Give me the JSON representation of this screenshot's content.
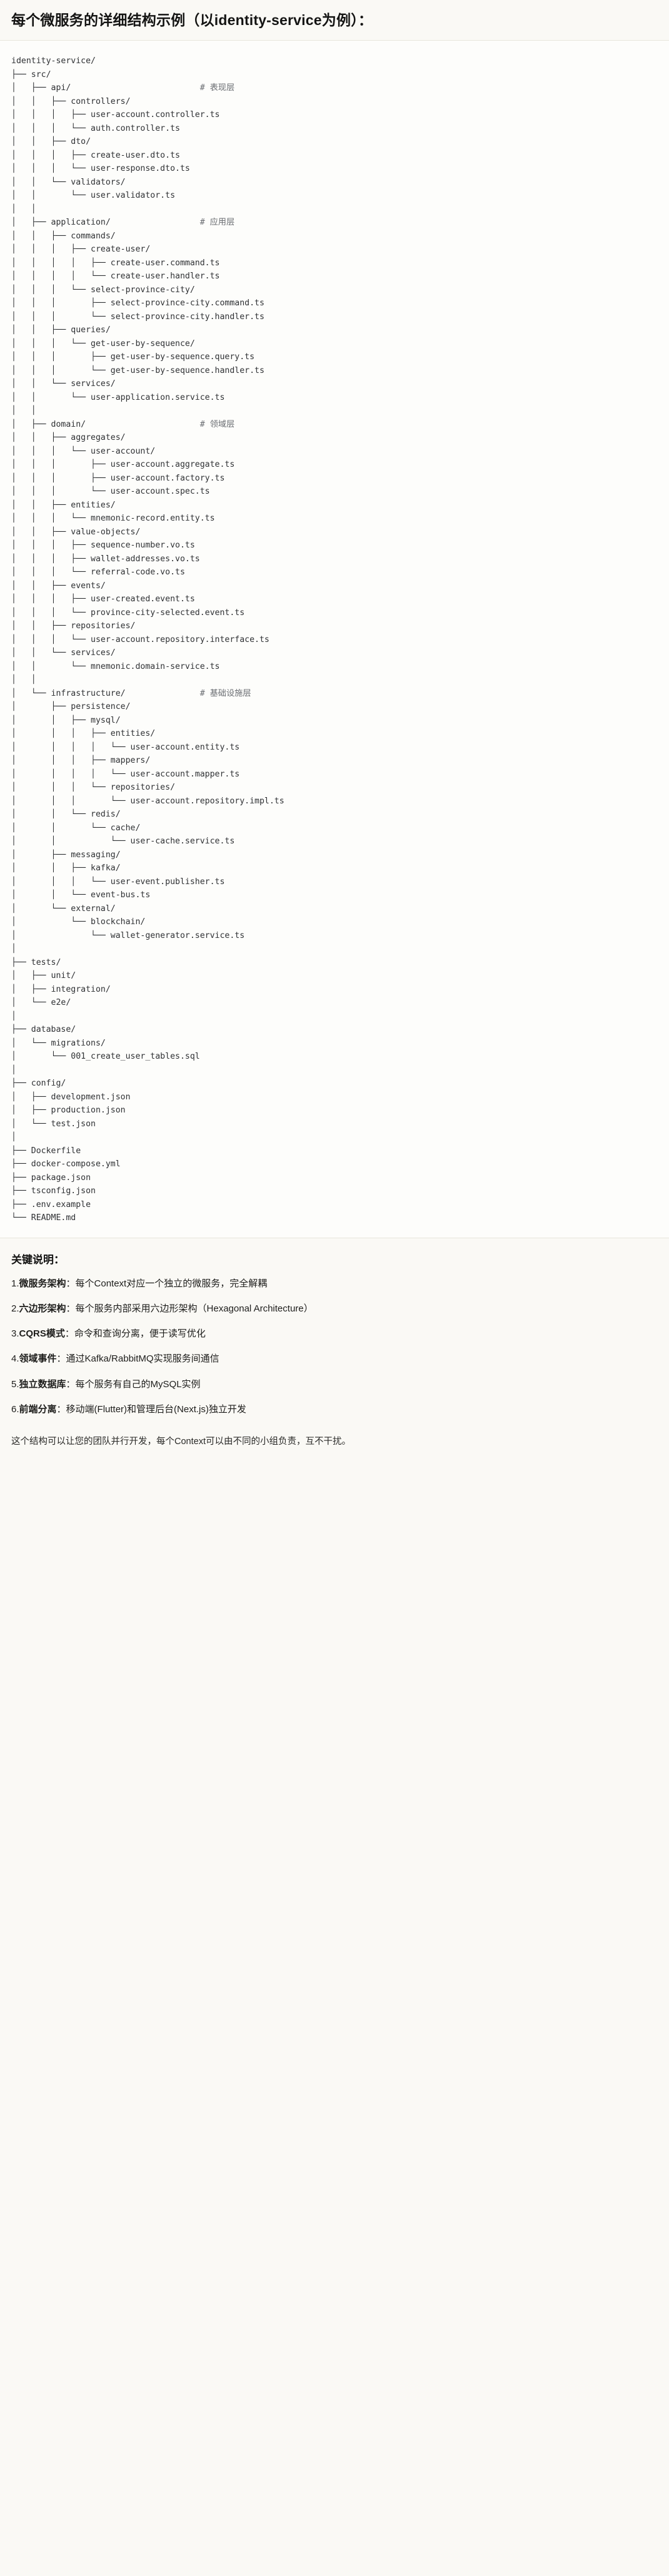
{
  "heading": {
    "text": "每个微服务的详细结构示例（以identity-service为例）："
  },
  "tree": {
    "root": "identity-service/",
    "text": "identity-service/\n├── src/\n│   ├── api/                          # 表现层\n│   │   ├── controllers/\n│   │   │   ├── user-account.controller.ts\n│   │   │   └── auth.controller.ts\n│   │   ├── dto/\n│   │   │   ├── create-user.dto.ts\n│   │   │   └── user-response.dto.ts\n│   │   └── validators/\n│   │       └── user.validator.ts\n│   │\n│   ├── application/                  # 应用层\n│   │   ├── commands/\n│   │   │   ├── create-user/\n│   │   │   │   ├── create-user.command.ts\n│   │   │   │   └── create-user.handler.ts\n│   │   │   └── select-province-city/\n│   │   │       ├── select-province-city.command.ts\n│   │   │       └── select-province-city.handler.ts\n│   │   ├── queries/\n│   │   │   └── get-user-by-sequence/\n│   │   │       ├── get-user-by-sequence.query.ts\n│   │   │       └── get-user-by-sequence.handler.ts\n│   │   └── services/\n│   │       └── user-application.service.ts\n│   │\n│   ├── domain/                       # 领域层\n│   │   ├── aggregates/\n│   │   │   └── user-account/\n│   │   │       ├── user-account.aggregate.ts\n│   │   │       ├── user-account.factory.ts\n│   │   │       └── user-account.spec.ts\n│   │   ├── entities/\n│   │   │   └── mnemonic-record.entity.ts\n│   │   ├── value-objects/\n│   │   │   ├── sequence-number.vo.ts\n│   │   │   ├── wallet-addresses.vo.ts\n│   │   │   └── referral-code.vo.ts\n│   │   ├── events/\n│   │   │   ├── user-created.event.ts\n│   │   │   └── province-city-selected.event.ts\n│   │   ├── repositories/\n│   │   │   └── user-account.repository.interface.ts\n│   │   └── services/\n│   │       └── mnemonic.domain-service.ts\n│   │\n│   └── infrastructure/               # 基础设施层\n│       ├── persistence/\n│       │   ├── mysql/\n│       │   │   ├── entities/\n│       │   │   │   └── user-account.entity.ts\n│       │   │   ├── mappers/\n│       │   │   │   └── user-account.mapper.ts\n│       │   │   └── repositories/\n│       │   │       └── user-account.repository.impl.ts\n│       │   └── redis/\n│       │       └── cache/\n│       │           └── user-cache.service.ts\n│       ├── messaging/\n│       │   ├── kafka/\n│       │   │   └── user-event.publisher.ts\n│       │   └── event-bus.ts\n│       └── external/\n│           └── blockchain/\n│               └── wallet-generator.service.ts\n│\n├── tests/\n│   ├── unit/\n│   ├── integration/\n│   └── e2e/\n│\n├── database/\n│   └── migrations/\n│       └── 001_create_user_tables.sql\n│\n├── config/\n│   ├── development.json\n│   ├── production.json\n│   └── test.json\n│\n├── Dockerfile\n├── docker-compose.yml\n├── package.json\n├── tsconfig.json\n├── .env.example\n└── README.md",
    "layer_comments": [
      {
        "path": "api/",
        "comment": "# 表现层"
      },
      {
        "path": "application/",
        "comment": "# 应用层"
      },
      {
        "path": "domain/",
        "comment": "# 领域层"
      },
      {
        "path": "infrastructure/",
        "comment": "# 基础设施层"
      }
    ]
  },
  "notes": {
    "title": "关键说明：",
    "items": [
      {
        "num": "1.",
        "term": "微服务架构",
        "body": "：每个Context对应一个独立的微服务，完全解耦"
      },
      {
        "num": "2.",
        "term": "六边形架构",
        "body": "：每个服务内部采用六边形架构（Hexagonal Architecture）"
      },
      {
        "num": "3.",
        "term": "CQRS模式",
        "body": "：命令和查询分离，便于读写优化"
      },
      {
        "num": "4.",
        "term": "领域事件",
        "body": "：通过Kafka/RabbitMQ实现服务间通信"
      },
      {
        "num": "5.",
        "term": "独立数据库",
        "body": "：每个服务有自己的MySQL实例"
      },
      {
        "num": "6.",
        "term": "前端分离",
        "body": "：移动端(Flutter)和管理后台(Next.js)独立开发"
      }
    ],
    "closing": "这个结构可以让您的团队并行开发，每个Context可以由不同的小组负责，互不干扰。"
  },
  "colors": {
    "page_bg": "#faf9f5",
    "code_bg": "#fdfdfb",
    "text": "#141413",
    "code_text": "#2f3134",
    "comment_text": "#6a6d72",
    "rule": "#e8e6dc"
  }
}
